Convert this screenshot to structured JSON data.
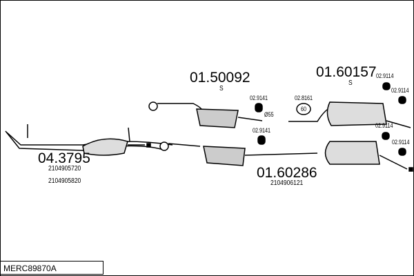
{
  "title_code": "MERC89870A",
  "parts": {
    "p1": {
      "number": "01.50092",
      "suffix": "S"
    },
    "p2": {
      "number": "01.60157",
      "suffix": "S"
    },
    "p3": {
      "number": "04.3795",
      "refs": [
        "2104905720",
        "2104905820"
      ]
    },
    "p4": {
      "number": "01.60286",
      "refs": [
        "2104906121"
      ]
    }
  },
  "fittings": {
    "hanger_9114": [
      "02.9114",
      "02.9114",
      "02.9114",
      "02.9114"
    ],
    "hanger_9141": [
      "02.9141",
      "02.9141"
    ],
    "clamp_8161": "02.8161",
    "clamp_size": "60",
    "pipe_diameter": "Ø55"
  }
}
